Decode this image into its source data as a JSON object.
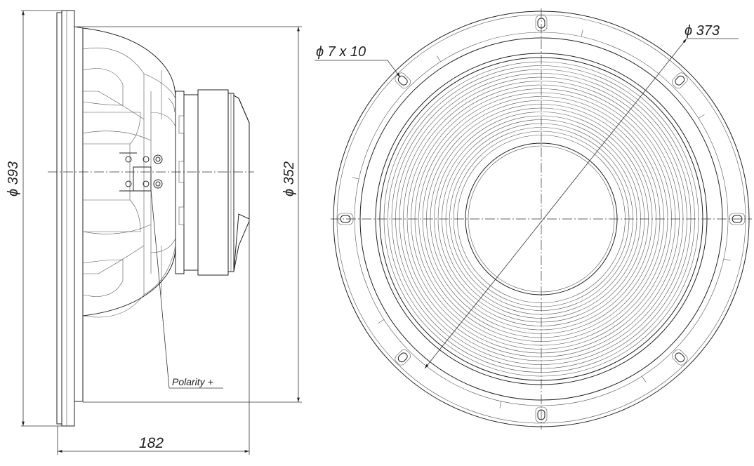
{
  "drawing": {
    "side_view": {
      "outer_diameter_label": "ϕ 393",
      "basket_diameter_label": "ϕ 352",
      "depth_label": "182",
      "polarity_label": "Polarity +"
    },
    "front_view": {
      "bolt_circle_label": "ϕ 373",
      "mounting_hole_label": "ϕ 7 x 10",
      "mounting_hole_count": 8
    }
  }
}
